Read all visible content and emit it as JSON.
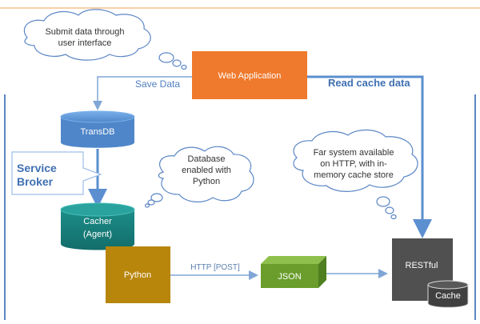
{
  "diagram": {
    "clouds": {
      "submit": [
        "Submit data through",
        "user interface"
      ],
      "database": [
        "Database",
        "enabled with",
        "Python"
      ],
      "far_system": [
        "Far system available",
        "on HTTP, with in-",
        "memory cache store"
      ]
    },
    "nodes": {
      "web_application": "Web Application",
      "transdb": "TransDB",
      "cacher": [
        "Cacher",
        "(Agent)"
      ],
      "python": "Python",
      "json": "JSON",
      "restful": "RESTful",
      "cache": "Cache"
    },
    "labels": {
      "save_data": "Save Data",
      "read_cache_data": "Read cache data",
      "service_broker": [
        "Service",
        "Broker"
      ],
      "http_post": "HTTP [POST]"
    },
    "colors": {
      "accent_blue": "#5b8fd0",
      "web_app": "#ef7a2d",
      "transdb": "#5b8fd0",
      "cacher": "#177d79",
      "python": "#b8860b",
      "json": "#6a9d2c",
      "restful": "#505050",
      "cache": "#404040"
    }
  }
}
